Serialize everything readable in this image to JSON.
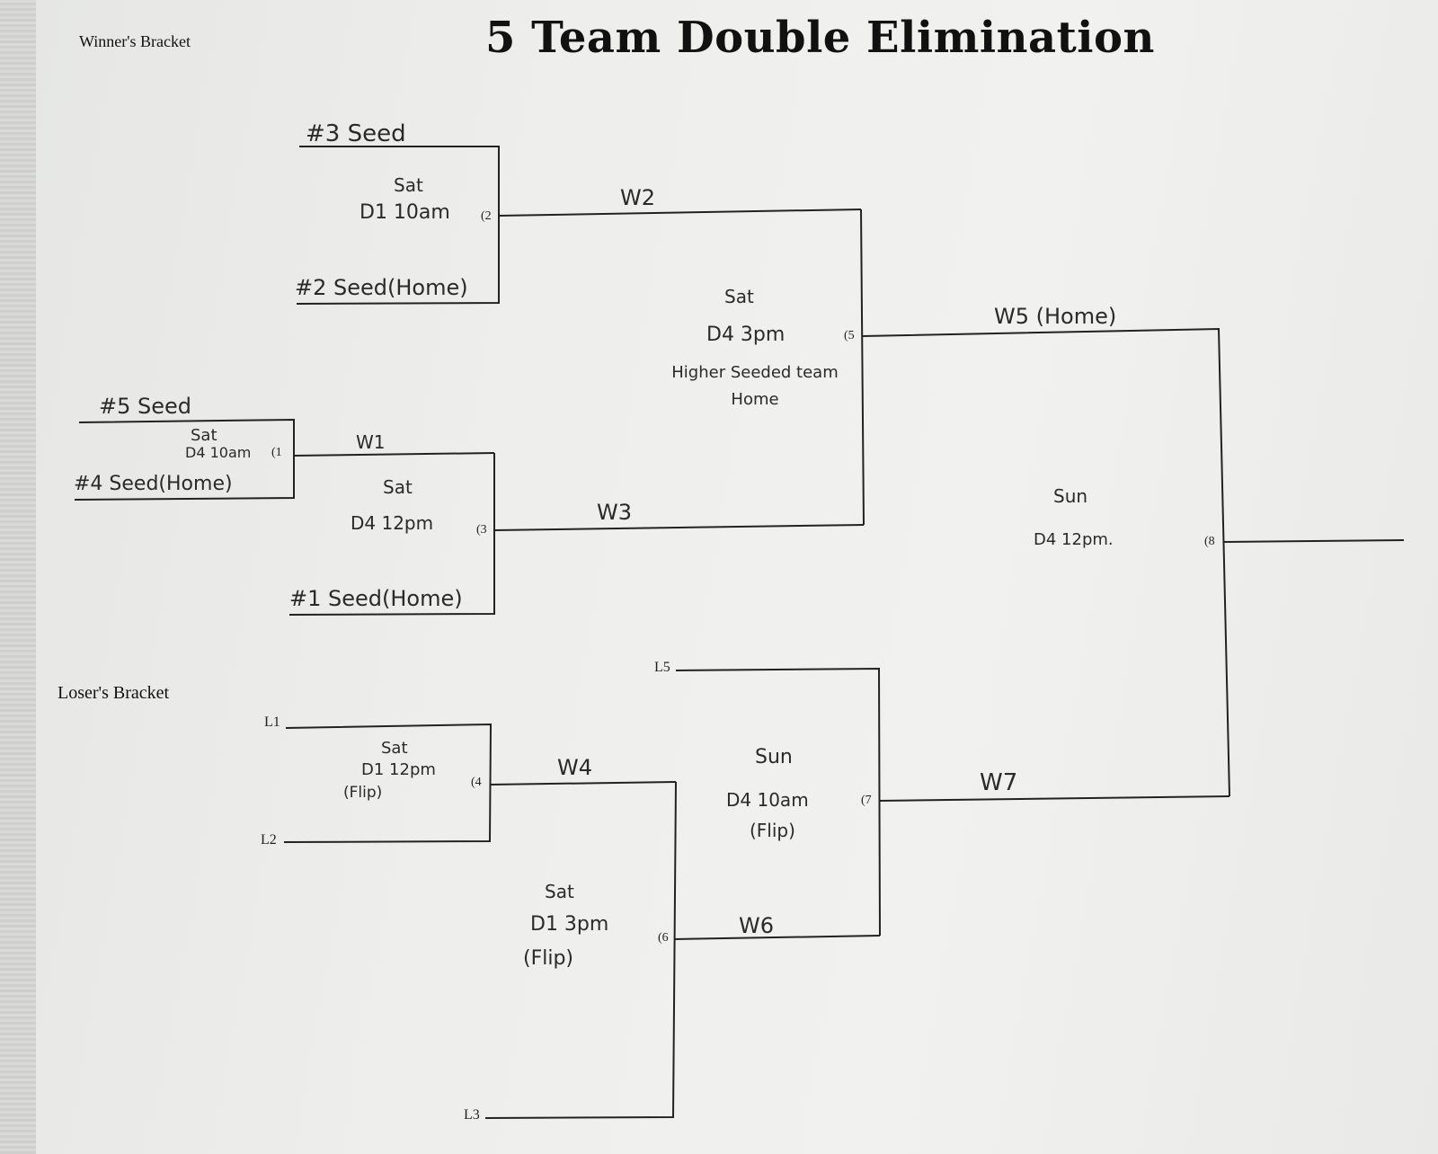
{
  "title": "5 Team Double Elimination",
  "sections": {
    "winners": "Winner's Bracket",
    "losers": "Loser's Bracket"
  },
  "games": [
    {
      "id": "g1",
      "number": "(1",
      "day": "Sat",
      "time": "D4 10am",
      "note": ""
    },
    {
      "id": "g2",
      "number": "(2",
      "day": "Sat",
      "time": "D1 10am",
      "note": ""
    },
    {
      "id": "g3",
      "number": "(3",
      "day": "Sat",
      "time": "D4 12pm",
      "note": ""
    },
    {
      "id": "g4",
      "number": "(4",
      "day": "Sat",
      "time": "D1 12pm",
      "note": "(Flip)"
    },
    {
      "id": "g5",
      "number": "(5",
      "day": "Sat",
      "time": "D4 3pm",
      "note": "Higher Seeded team Home"
    },
    {
      "id": "g6",
      "number": "(6",
      "day": "Sat",
      "time": "D1 3pm",
      "note": "(Flip)"
    },
    {
      "id": "g7",
      "number": "(7",
      "day": "Sun",
      "time": "D4 10am",
      "note": "(Flip)"
    },
    {
      "id": "g8",
      "number": "(8",
      "day": "Sun",
      "time": "D4 12pm.",
      "note": ""
    }
  ],
  "seeds": {
    "seed3": "#3 Seed",
    "seed2": "#2 Seed(Home)",
    "seed5": "#5 Seed",
    "seed4": "#4 Seed(Home)",
    "seed1": "#1 Seed(Home)"
  },
  "winner_labels": {
    "w1": "W1",
    "w2": "W2",
    "w3": "W3",
    "w4": "W4",
    "w5": "W5 (Home)",
    "w6": "W6",
    "w7": "W7"
  },
  "loser_labels": {
    "l1": "L1",
    "l2": "L2",
    "l3": "L3",
    "l5": "L5"
  }
}
